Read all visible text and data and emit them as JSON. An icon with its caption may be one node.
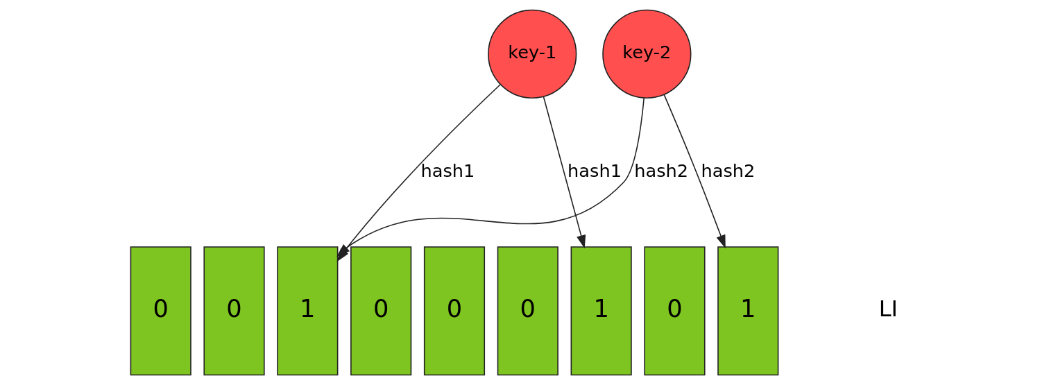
{
  "diagram": {
    "nodes": [
      {
        "text": [
          "key-1"
        ]
      },
      {
        "text": [
          "key-2"
        ]
      },
      {
        "text": [
          "0"
        ]
      },
      {
        "text": [
          "0"
        ]
      },
      {
        "text": [
          "1"
        ]
      },
      {
        "text": [
          "0"
        ]
      },
      {
        "text": [
          "0"
        ]
      },
      {
        "text": [
          "0"
        ]
      },
      {
        "text": [
          "1"
        ]
      },
      {
        "text": [
          "0"
        ]
      },
      {
        "text": [
          "1"
        ]
      }
    ],
    "edges": [
      {
        "from": 0,
        "to": 4,
        "arrow": "to",
        "label": "hash1"
      },
      {
        "from": 0,
        "to": 8,
        "arrow": "to",
        "label": "hash1"
      },
      {
        "from": 1,
        "to": 4,
        "arrow": "to",
        "label": "hash2"
      },
      {
        "from": 1,
        "to": 10,
        "arrow": "to",
        "label": "hash2"
      }
    ],
    "labels": [
      "LI"
    ]
  }
}
